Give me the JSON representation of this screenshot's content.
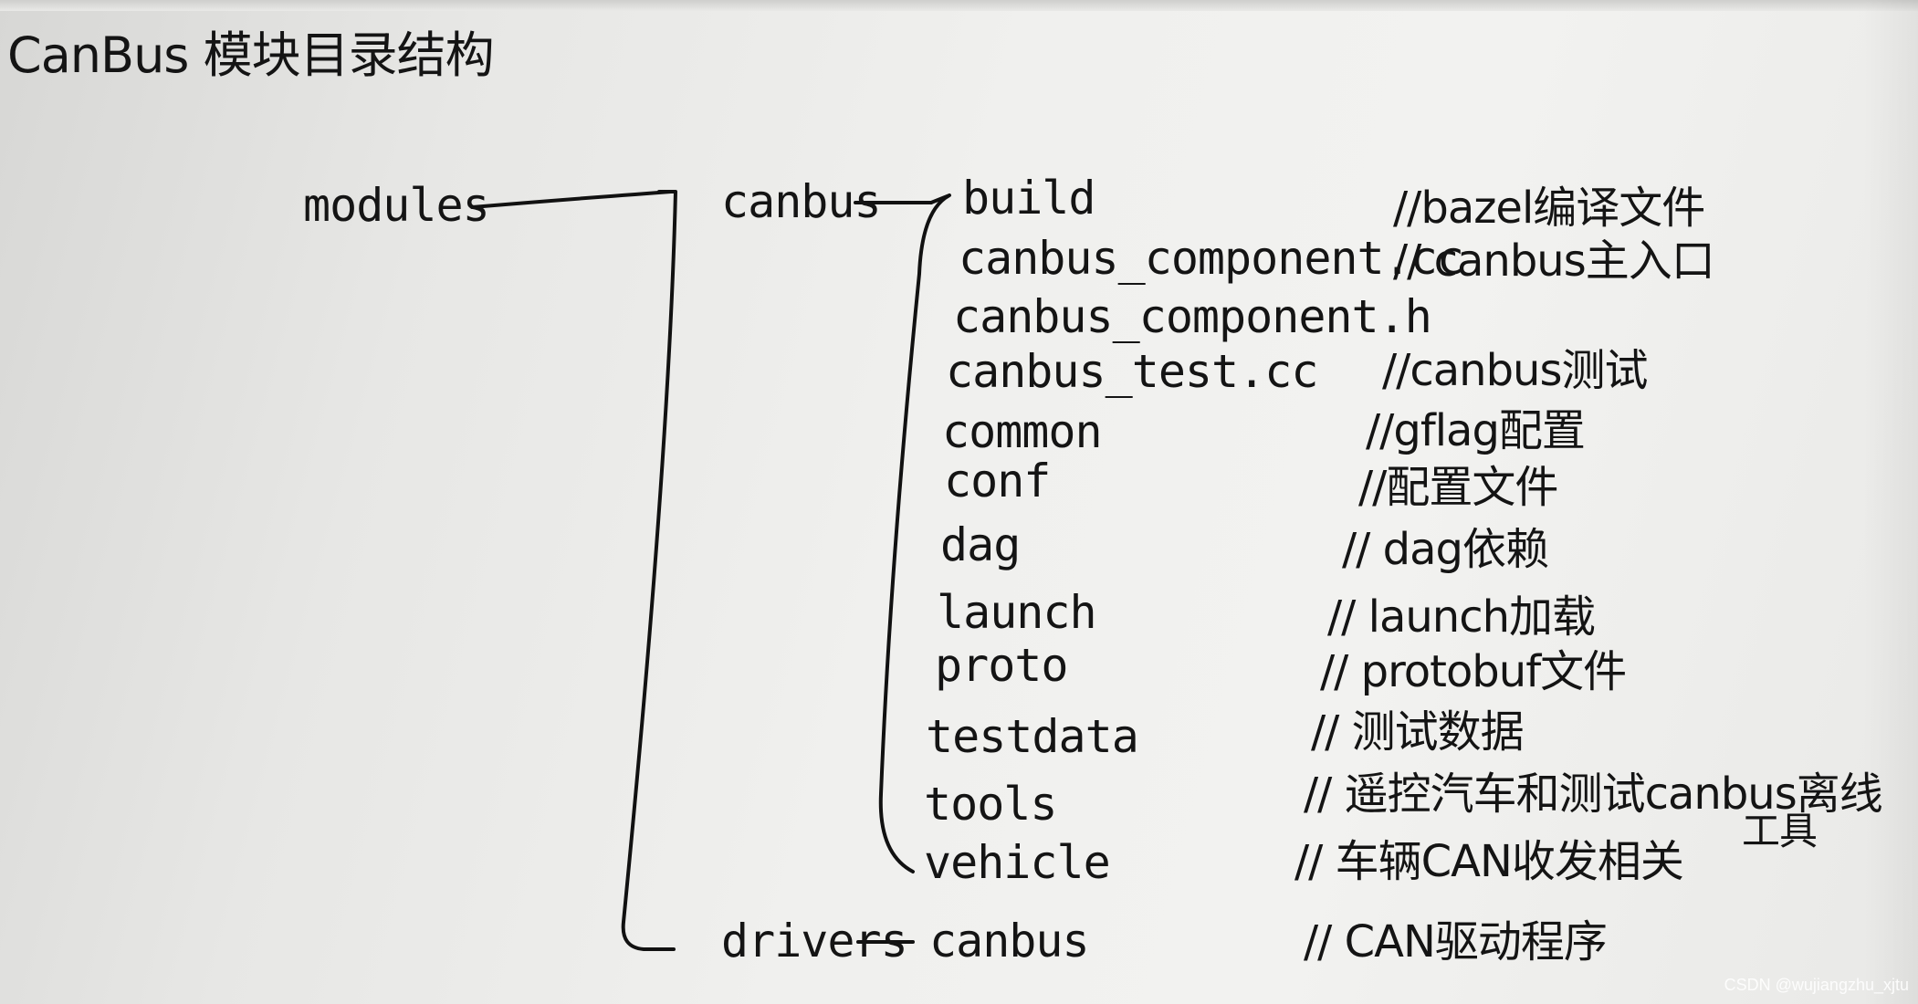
{
  "title": "CanBus 模块目录结构",
  "root": "modules",
  "canbus_dir": "canbus",
  "files": [
    {
      "name": "build",
      "comment": "//bazel编译文件"
    },
    {
      "name": "canbus_component.cc",
      "comment": "// canbus主入口"
    },
    {
      "name": "canbus_component.h",
      "comment": ""
    },
    {
      "name": "canbus_test.cc",
      "comment": "//canbus测试"
    },
    {
      "name": "common",
      "comment": "//gflag配置"
    },
    {
      "name": "conf",
      "comment": "//配置文件"
    },
    {
      "name": "dag",
      "comment": "// dag依赖"
    },
    {
      "name": "launch",
      "comment": "// launch加载"
    },
    {
      "name": "proto",
      "comment": "// protobuf文件"
    },
    {
      "name": "testdata",
      "comment": "// 测试数据"
    },
    {
      "name": "tools",
      "comment": "// 遥控汽车和测试canbus离线"
    },
    {
      "name": "vehicle",
      "comment": "// 车辆CAN收发相关"
    }
  ],
  "tools_comment_cont": "工具",
  "drivers": {
    "dir": "drivers",
    "child": "canbus",
    "comment": "// CAN驱动程序"
  },
  "watermark": "CSDN @wujiangzhu_xjtu"
}
